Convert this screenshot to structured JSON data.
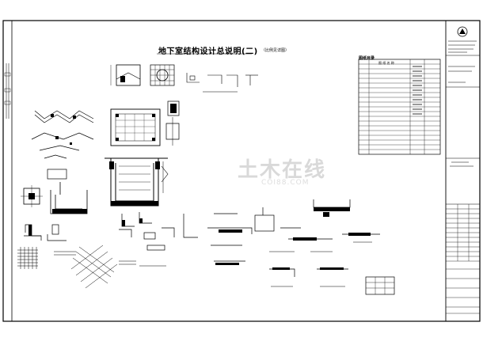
{
  "drawing": {
    "title": "地下室结构设计总说明(二)",
    "subnote": "（比例见详图）",
    "drawing_list_title": "图纸目录",
    "drawing_list_header": "图 纸 名 称"
  },
  "watermark": {
    "text": "土木在线",
    "sub": "COI88.COM"
  }
}
